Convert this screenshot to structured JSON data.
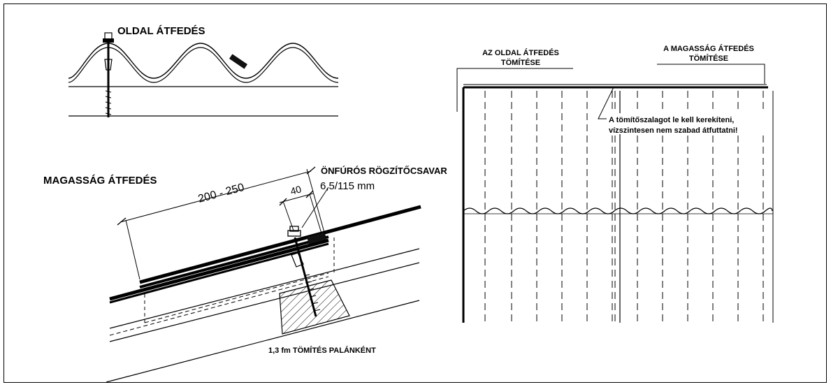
{
  "side_overlap": {
    "title": "OLDAL ÁTFEDÉS"
  },
  "height_overlap": {
    "title": "MAGASSÁG ÁTFEDÉS",
    "screw_label": "ÖNFÚRÓS RÖGZÍTŐCSAVAR",
    "screw_size": "6,5/115 mm",
    "dim_overlap": "200 - 250",
    "dim_screw": "40",
    "seal_note": "1,3 fm TÖMÍTÉS PALÁNKÉNT"
  },
  "roof_plan": {
    "side_seal_label": [
      "AZ OLDAL ÁTFEDÉS",
      "TÖMÍTÉSE"
    ],
    "height_seal_label": [
      "A MAGASSÁG ÁTFEDÉS",
      "TÖMÍTÉSE"
    ],
    "note": [
      "A tömítőszalagot le kell kerekíteni,",
      "vízszintesen nem szabad átfuttatni!"
    ]
  },
  "colors": {
    "line": "#000000",
    "background": "#ffffff",
    "seal": "#111111"
  }
}
